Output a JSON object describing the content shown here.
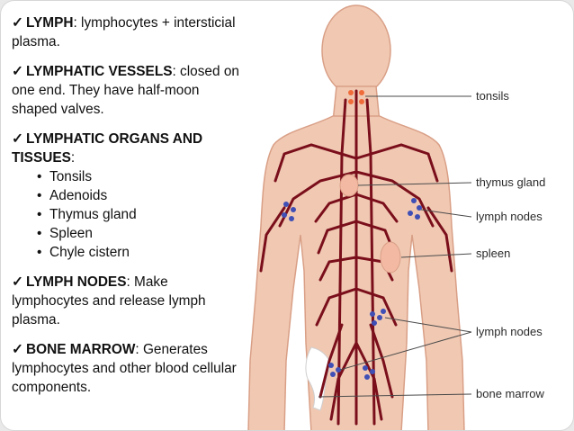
{
  "notes": [
    {
      "key": "LYMPH",
      "text": ": lymphocytes + intersticial plasma."
    },
    {
      "key": "LYMPHATIC VESSELS",
      "text": ": closed  on one end. They have half-moon shaped valves."
    },
    {
      "key": "LYMPHATIC ORGANS AND TISSUES",
      "text": ":",
      "items": [
        "Tonsils",
        "Adenoids",
        "Thymus gland",
        "Spleen",
        "Chyle cistern"
      ]
    },
    {
      "key": "LYMPH NODES",
      "text": ": Make lymphocytes and release lymph plasma."
    },
    {
      "key": "BONE MARROW",
      "text": ": Generates lymphocytes and other blood cellular components."
    }
  ],
  "figure": {
    "labels": [
      "tonsils",
      "thymus gland",
      "lymph nodes",
      "spleen",
      "lymph nodes",
      "bone marrow"
    ],
    "colors": {
      "skin": "#f1c9b3",
      "skin_edge": "#d99f86",
      "vessel": "#7a0f1b",
      "node": "#3f4fb5",
      "tonsil": "#f06b3a",
      "organ": "#f3b9a3",
      "leader": "#4a4a4a"
    }
  }
}
